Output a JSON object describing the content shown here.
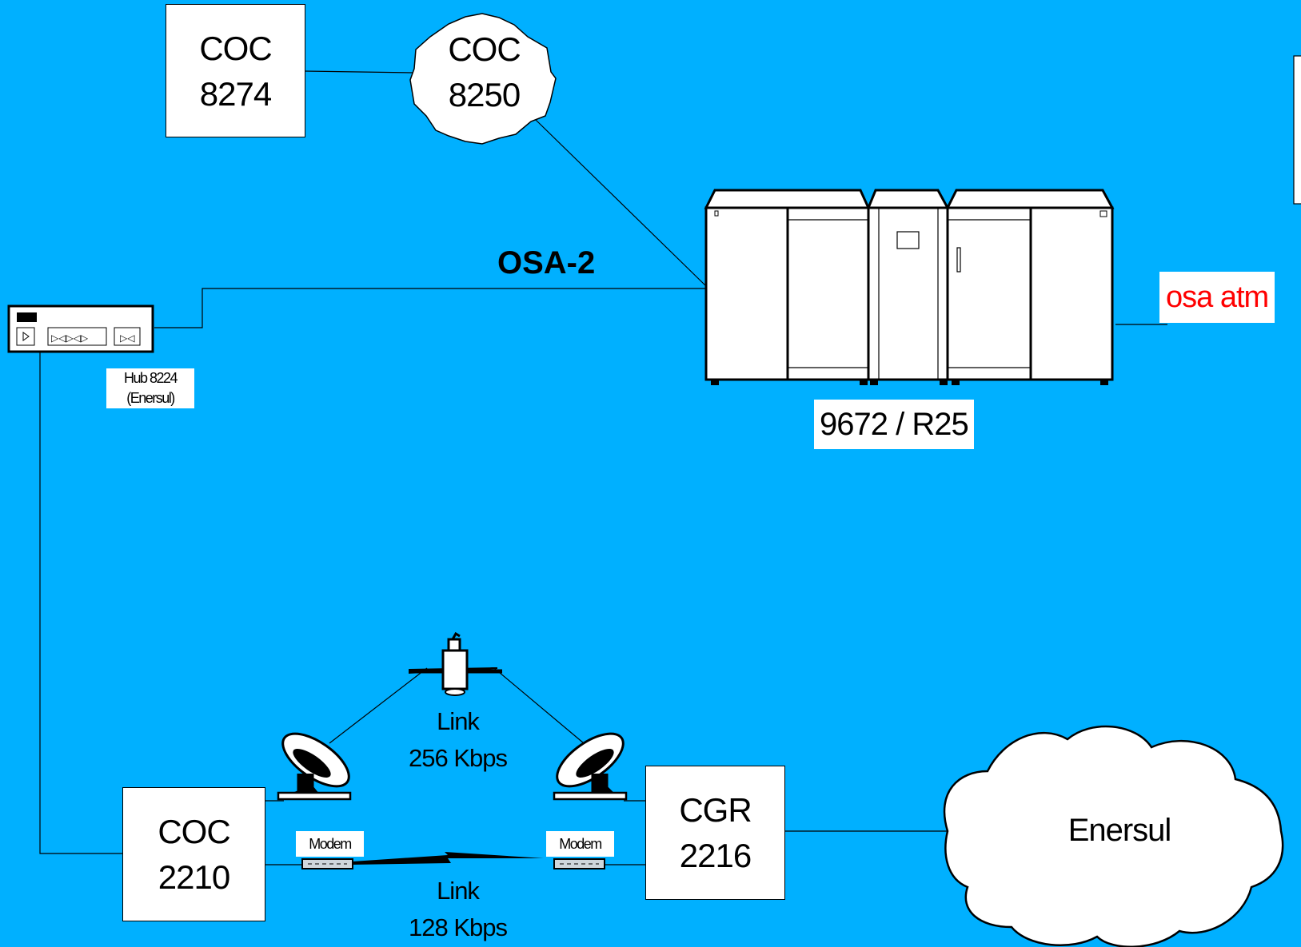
{
  "nodes": {
    "coc8274": {
      "line1": "COC",
      "line2": "8274"
    },
    "coc8250": {
      "line1": "COC",
      "line2": "8250"
    },
    "coc2210": {
      "line1": "COC",
      "line2": "2210"
    },
    "cgr2216": {
      "line1": "CGR",
      "line2": "2216"
    },
    "mainframe": {
      "label": "9672 / R25"
    },
    "hub": {
      "line1": "Hub 8224",
      "line2": "(Enersul)"
    },
    "cloud": {
      "label": "Enersul"
    }
  },
  "links": {
    "osa2": "OSA-2",
    "osa_atm": "osa atm",
    "satellite_link": {
      "line1": "Link",
      "line2": "256 Kbps"
    },
    "modem_link": {
      "line1": "Link",
      "line2": "128 Kbps"
    },
    "modem_left": "Modem",
    "modem_right": "Modem"
  },
  "colors": {
    "background": "#00b0ff",
    "osa_atm_text": "#ff0000"
  }
}
